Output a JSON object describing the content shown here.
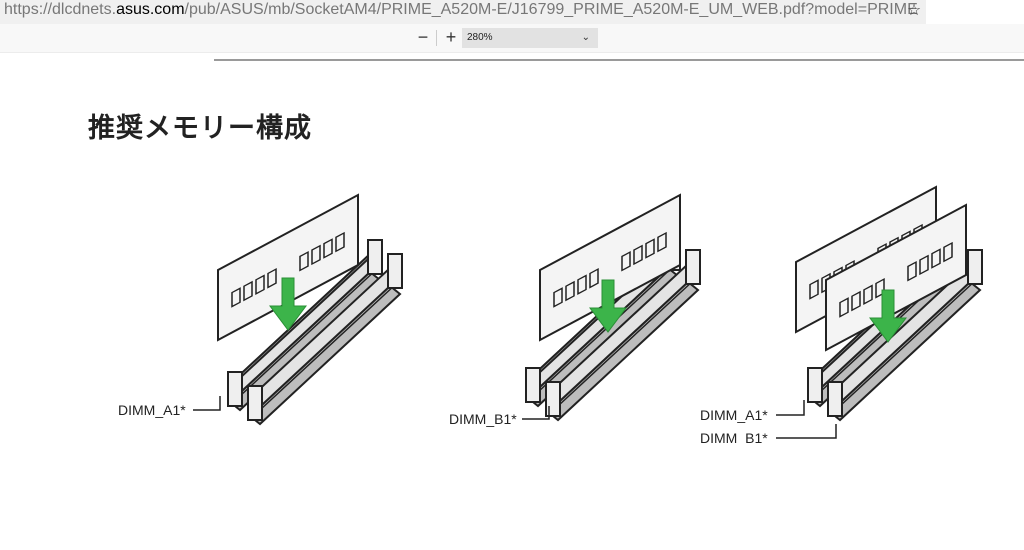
{
  "browser": {
    "url_prefix": "https://dlcdnets.",
    "url_host": "asus.com",
    "url_rest": "/pub/ASUS/mb/SocketAM4/PRIME_A520M-E/J16799_PRIME_A520M-E_UM_WEB.pdf?model=PRIME",
    "bookmark_icon": "star-icon"
  },
  "pdf_toolbar": {
    "zoom_out": "−",
    "zoom_in": "+",
    "zoom_level": "280%"
  },
  "document": {
    "heading": "推奨メモリー構成",
    "labels": {
      "a1_left": "DIMM_A1*",
      "b1_middle": "DIMM_B1*",
      "a1_right": "DIMM_A1*",
      "b1_right": "DIMM  B1*"
    }
  },
  "colors": {
    "arrow_green": "#3cb44a",
    "slot_gray": "#cfcfcf",
    "line": "#222222"
  }
}
